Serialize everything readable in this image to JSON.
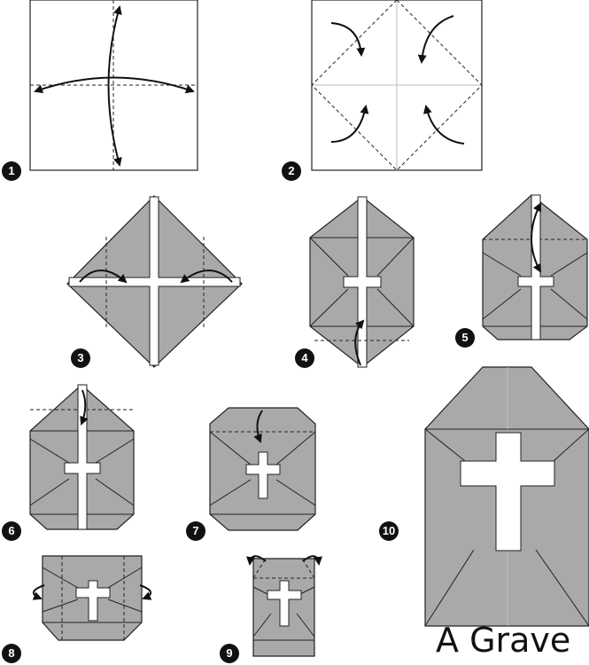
{
  "title": "A Grave",
  "steps": [
    "1",
    "2",
    "3",
    "4",
    "5",
    "6",
    "7",
    "8",
    "9",
    "10"
  ],
  "colors": {
    "paper": "#a9a9a9",
    "outline": "#222222",
    "background": "#ffffff"
  }
}
